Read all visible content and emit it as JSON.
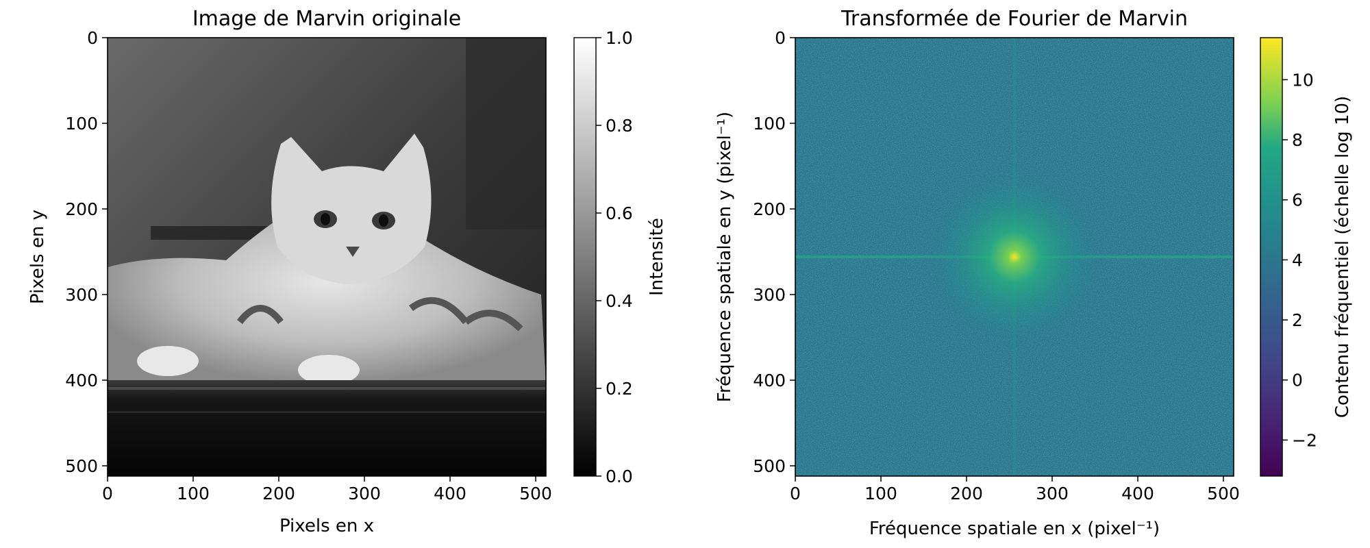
{
  "chart_data": [
    {
      "type": "heatmap",
      "title": "Image de Marvin originale",
      "xlabel": "Pixels en x",
      "ylabel": "Pixels en y",
      "xlim": [
        0,
        512
      ],
      "ylim": [
        512,
        0
      ],
      "xticks": [
        0,
        100,
        200,
        300,
        400,
        500
      ],
      "yticks": [
        0,
        100,
        200,
        300,
        400,
        500
      ],
      "colormap": "gray",
      "colorbar": {
        "label": "Intensité",
        "range": [
          0.0,
          1.0
        ],
        "ticks": [
          "0.0",
          "0.2",
          "0.4",
          "0.6",
          "0.8",
          "1.0"
        ]
      }
    },
    {
      "type": "heatmap",
      "title": "Transformée de Fourier de Marvin",
      "xlabel": "Fréquence spatiale en x (pixel⁻¹)",
      "ylabel": "Fréquence spatiale en y (pixel⁻¹)",
      "xlim": [
        0,
        512
      ],
      "ylim": [
        512,
        0
      ],
      "xticks": [
        0,
        100,
        200,
        300,
        400,
        500
      ],
      "yticks": [
        0,
        100,
        200,
        300,
        400,
        500
      ],
      "colormap": "viridis",
      "peak": {
        "x": 256,
        "y": 256
      },
      "colorbar": {
        "label": "Contenu fréquentiel (échelle log 10)",
        "range": [
          -3.2,
          11.4
        ],
        "ticks": [
          "−2",
          "0",
          "2",
          "4",
          "6",
          "8",
          "10"
        ]
      }
    }
  ]
}
